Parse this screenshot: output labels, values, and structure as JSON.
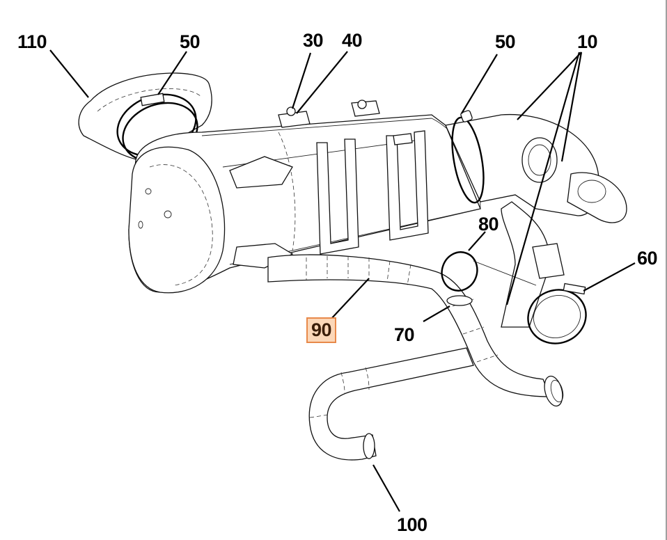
{
  "diagram": {
    "title": "Exhaust aftertreatment assembly - parts diagram",
    "highlighted_callout": "90",
    "highlight_colors": {
      "fill": "#fbd7b8",
      "border": "#e8894a",
      "text": "#3a1d08"
    },
    "callouts": [
      {
        "id": "110",
        "label": "110",
        "part": "inlet-elbow"
      },
      {
        "id": "50a",
        "label": "50",
        "part": "hose-clamp-inlet"
      },
      {
        "id": "30",
        "label": "30",
        "part": "bolt"
      },
      {
        "id": "40",
        "label": "40",
        "part": "washer"
      },
      {
        "id": "50b",
        "label": "50",
        "part": "hose-clamp-outlet"
      },
      {
        "id": "10",
        "label": "10",
        "part": "outlet-pipe"
      },
      {
        "id": "80",
        "label": "80",
        "part": "p-clip"
      },
      {
        "id": "60",
        "label": "60",
        "part": "hose-clamp"
      },
      {
        "id": "90",
        "label": "90",
        "part": "corrugated-hose"
      },
      {
        "id": "70",
        "label": "70",
        "part": "clamp"
      },
      {
        "id": "100",
        "label": "100",
        "part": "drain-hose"
      }
    ]
  }
}
